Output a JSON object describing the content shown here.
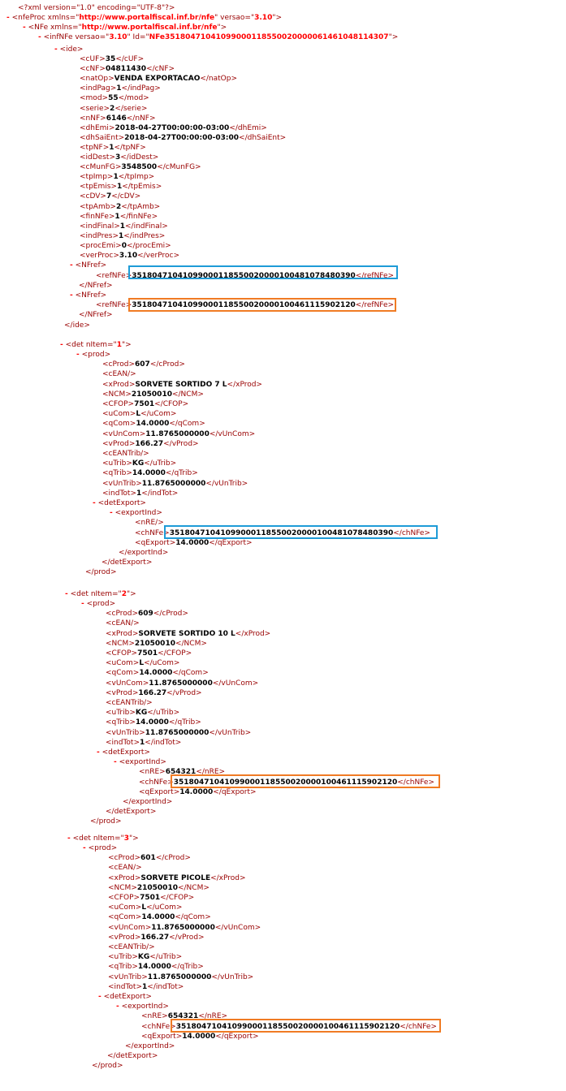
{
  "xml_declaration": "<?xml version=\"1.0\" encoding=\"UTF-8\"?>",
  "nfeProc": {
    "xmlns": "http://www.portalfiscal.inf.br/nfe",
    "versao": "3.10"
  },
  "NFe": {
    "xmlns": "http://www.portalfiscal.inf.br/nfe"
  },
  "infNFe": {
    "versao": "3.10",
    "Id": "NFe35180471041099000118550020000061461048114307"
  },
  "ide": {
    "cUF": "35",
    "cNF": "04811430",
    "natOp": "VENDA EXPORTACAO",
    "indPag": "1",
    "mod": "55",
    "serie": "2",
    "nNF": "6146",
    "dhEmi": "2018-04-27T00:00:00-03:00",
    "dhSaiEnt": "2018-04-27T00:00:00-03:00",
    "tpNF": "1",
    "idDest": "3",
    "cMunFG": "3548500",
    "tpImp": "1",
    "tpEmis": "1",
    "cDV": "7",
    "tpAmb": "2",
    "finNFe": "1",
    "indFinal": "1",
    "indPres": "1",
    "procEmi": "0",
    "verProc": "3.10",
    "NFref": [
      {
        "refNFe": "35180471041099000118550020000100481078480390"
      },
      {
        "refNFe": "35180471041099000118550020000100461115902120"
      }
    ]
  },
  "det": [
    {
      "nItem": "1",
      "cProd": "607",
      "xProd": "SORVETE SORTIDO 7 L",
      "NCM": "21050010",
      "CFOP": "7501",
      "uCom": "L",
      "qCom": "14.0000",
      "vUnCom": "11.8765000000",
      "vProd": "166.27",
      "uTrib": "KG",
      "qTrib": "14.0000",
      "vUnTrib": "11.8765000000",
      "indTot": "1",
      "nRE": "",
      "chNFe": "35180471041099000118550020000100481078480390",
      "qExport": "14.0000"
    },
    {
      "nItem": "2",
      "cProd": "609",
      "xProd": "SORVETE SORTIDO 10 L",
      "NCM": "21050010",
      "CFOP": "7501",
      "uCom": "L",
      "qCom": "14.0000",
      "vUnCom": "11.8765000000",
      "vProd": "166.27",
      "uTrib": "KG",
      "qTrib": "14.0000",
      "vUnTrib": "11.8765000000",
      "indTot": "1",
      "nRE": "654321",
      "chNFe": "35180471041099000118550020000100461115902120",
      "qExport": "14.0000"
    },
    {
      "nItem": "3",
      "cProd": "601",
      "xProd": "SORVETE PICOLE",
      "NCM": "21050010",
      "CFOP": "7501",
      "uCom": "L",
      "qCom": "14.0000",
      "vUnCom": "11.8765000000",
      "vProd": "166.27",
      "uTrib": "KG",
      "qTrib": "14.0000",
      "vUnTrib": "11.8765000000",
      "indTot": "1",
      "nRE": "654321",
      "chNFe": "35180471041099000118550020000100461115902120",
      "qExport": "14.0000"
    }
  ],
  "collapse_marker": "-",
  "highlight_colors": {
    "blue": "#1e9bd7",
    "orange": "#f07b24"
  }
}
